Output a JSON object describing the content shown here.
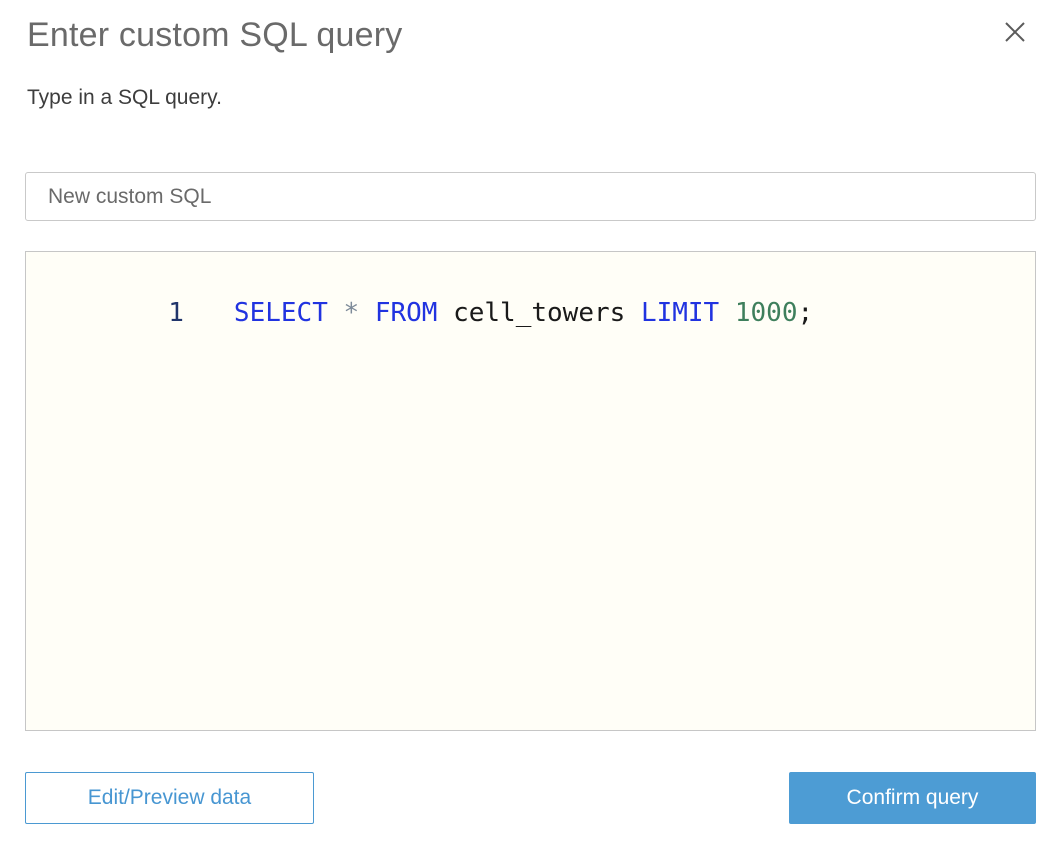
{
  "dialog": {
    "title": "Enter custom SQL query",
    "subtitle": "Type in a SQL query."
  },
  "name_input": {
    "value": "New custom SQL"
  },
  "editor": {
    "line_number": "1",
    "code_text": "SELECT * FROM cell_towers LIMIT 1000;",
    "tokens": [
      {
        "text": "SELECT",
        "type": "keyword"
      },
      {
        "text": " ",
        "type": "plain"
      },
      {
        "text": "*",
        "type": "operator"
      },
      {
        "text": " ",
        "type": "plain"
      },
      {
        "text": "FROM",
        "type": "keyword"
      },
      {
        "text": " cell_towers ",
        "type": "identifier"
      },
      {
        "text": "LIMIT",
        "type": "keyword"
      },
      {
        "text": " ",
        "type": "plain"
      },
      {
        "text": "1000",
        "type": "number"
      },
      {
        "text": ";",
        "type": "plain"
      }
    ]
  },
  "footer": {
    "edit_preview_label": "Edit/Preview data",
    "confirm_label": "Confirm query"
  },
  "icons": {
    "close": "close-icon"
  },
  "colors": {
    "title_text": "#6A6A6A",
    "subtitle_text": "#3D3D3D",
    "keyword": "#2133E0",
    "operator": "#7E8B99",
    "identifier": "#1A1A1A",
    "number": "#3E7F5C",
    "line_number": "#21356B",
    "editor_background": "#FFFEF7",
    "editor_border": "#C6C6C6",
    "input_border": "#C9C9C9",
    "primary_button_background": "#4D9CD4",
    "primary_button_text": "#FFFFFF",
    "secondary_button_border": "#4B99D2",
    "secondary_button_text": "#4796D2"
  }
}
